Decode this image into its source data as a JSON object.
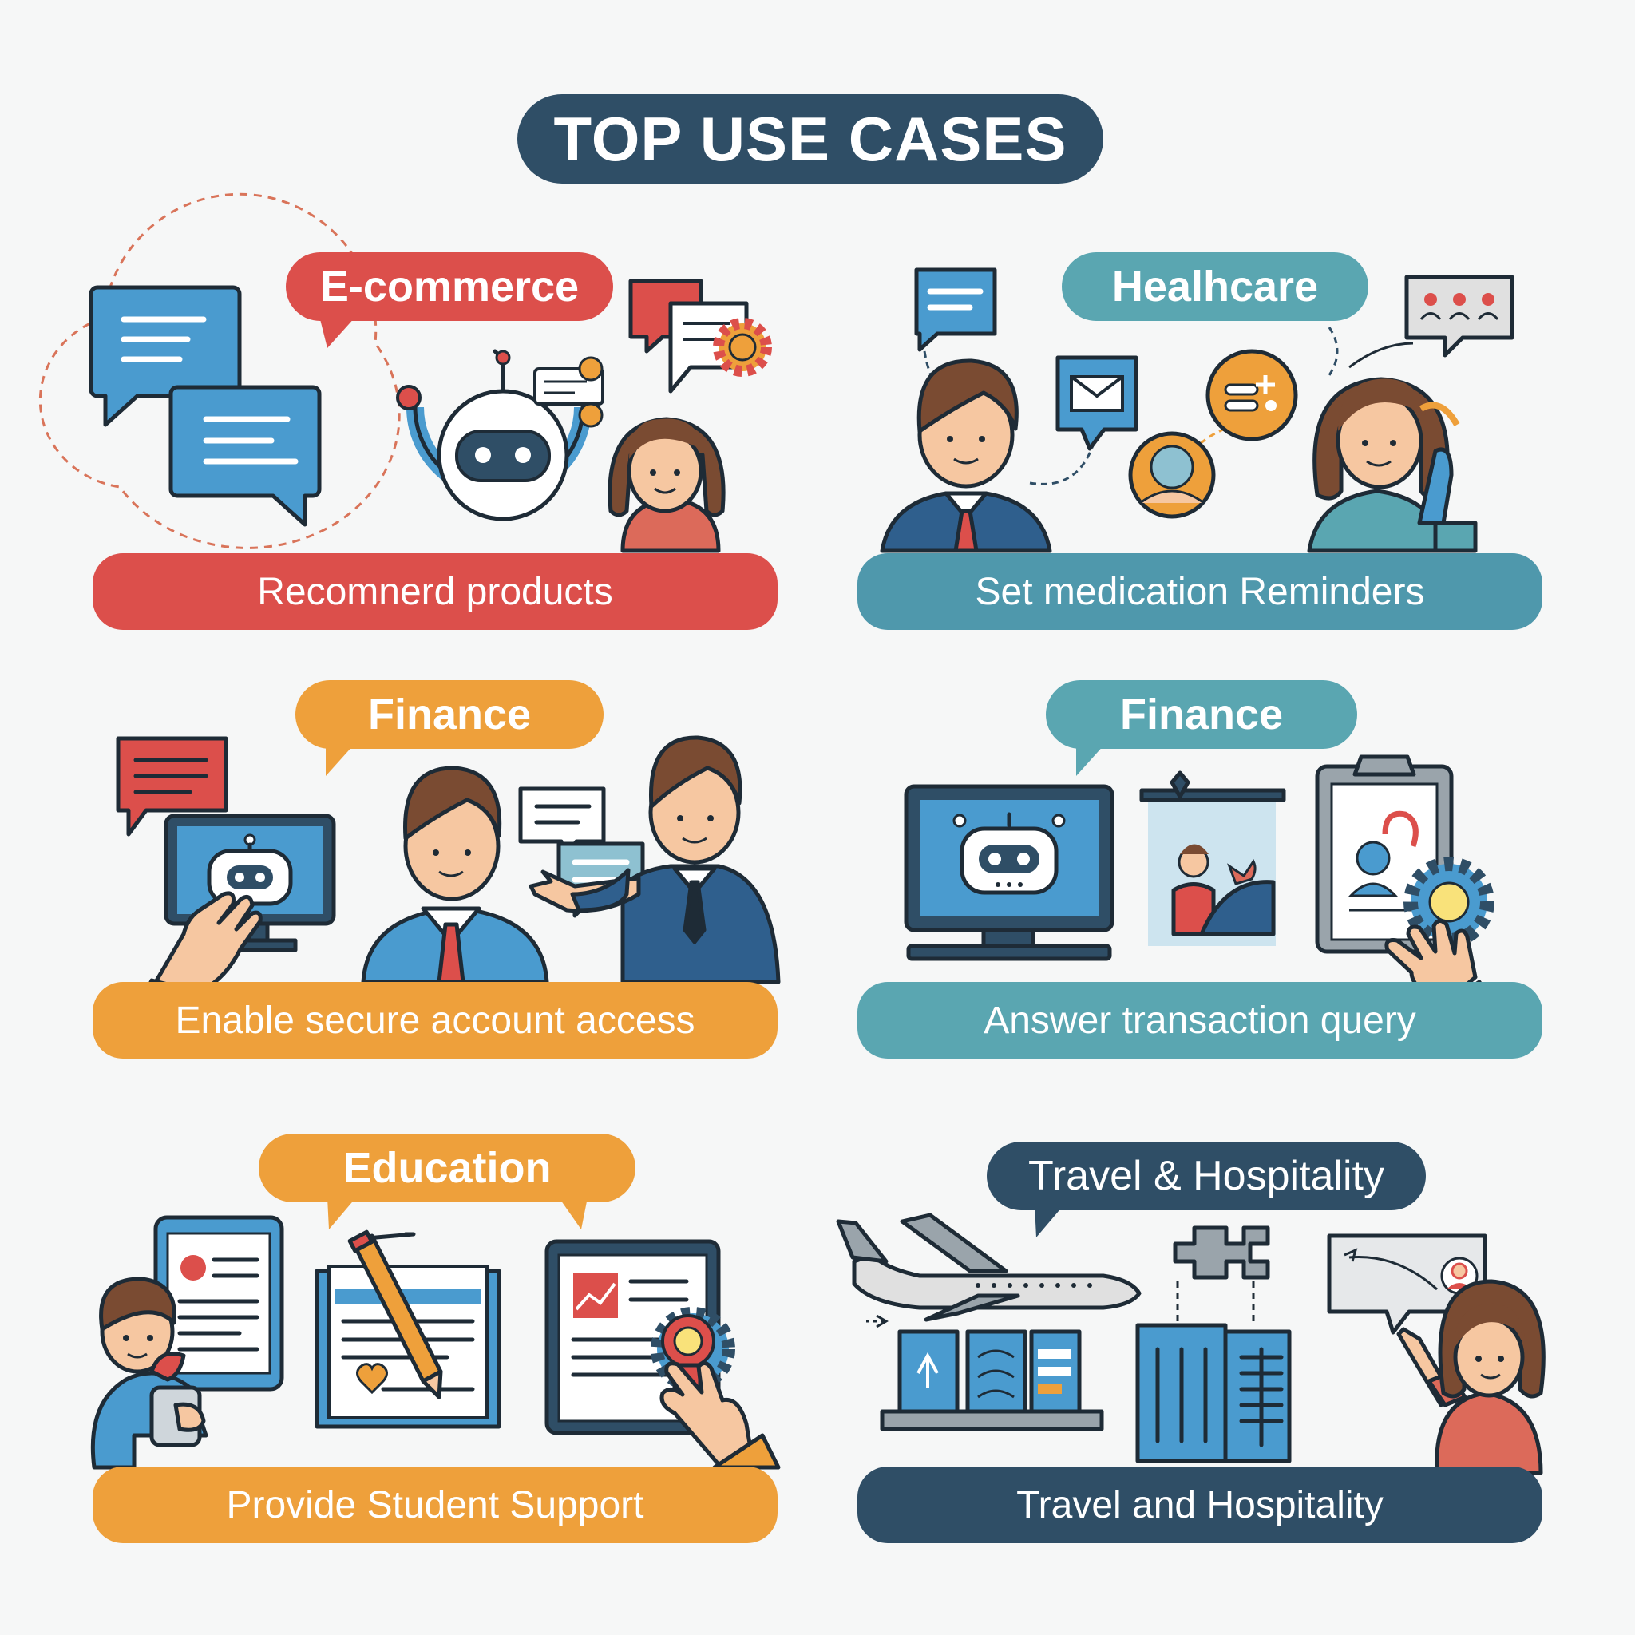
{
  "title": "TOP USE CASES",
  "colors": {
    "background": "#f6f7f7",
    "navy": "#2f4e66",
    "red": "#dc4f4b",
    "teal": "#5aa6b1",
    "orange": "#eea03b",
    "blue": "#4a9bcf"
  },
  "cards": [
    {
      "category": "E-commerce",
      "caption": "Recomnerd products"
    },
    {
      "category": "Healhcare",
      "caption": "Set medication Reminders"
    },
    {
      "category": "Finance",
      "caption": "Enable secure account access"
    },
    {
      "category": "Finance",
      "caption": "Answer transaction query"
    },
    {
      "category": "Education",
      "caption": "Provide Student Support"
    },
    {
      "category": "Travel & Hospitality",
      "caption": "Travel and Hospitality"
    }
  ]
}
